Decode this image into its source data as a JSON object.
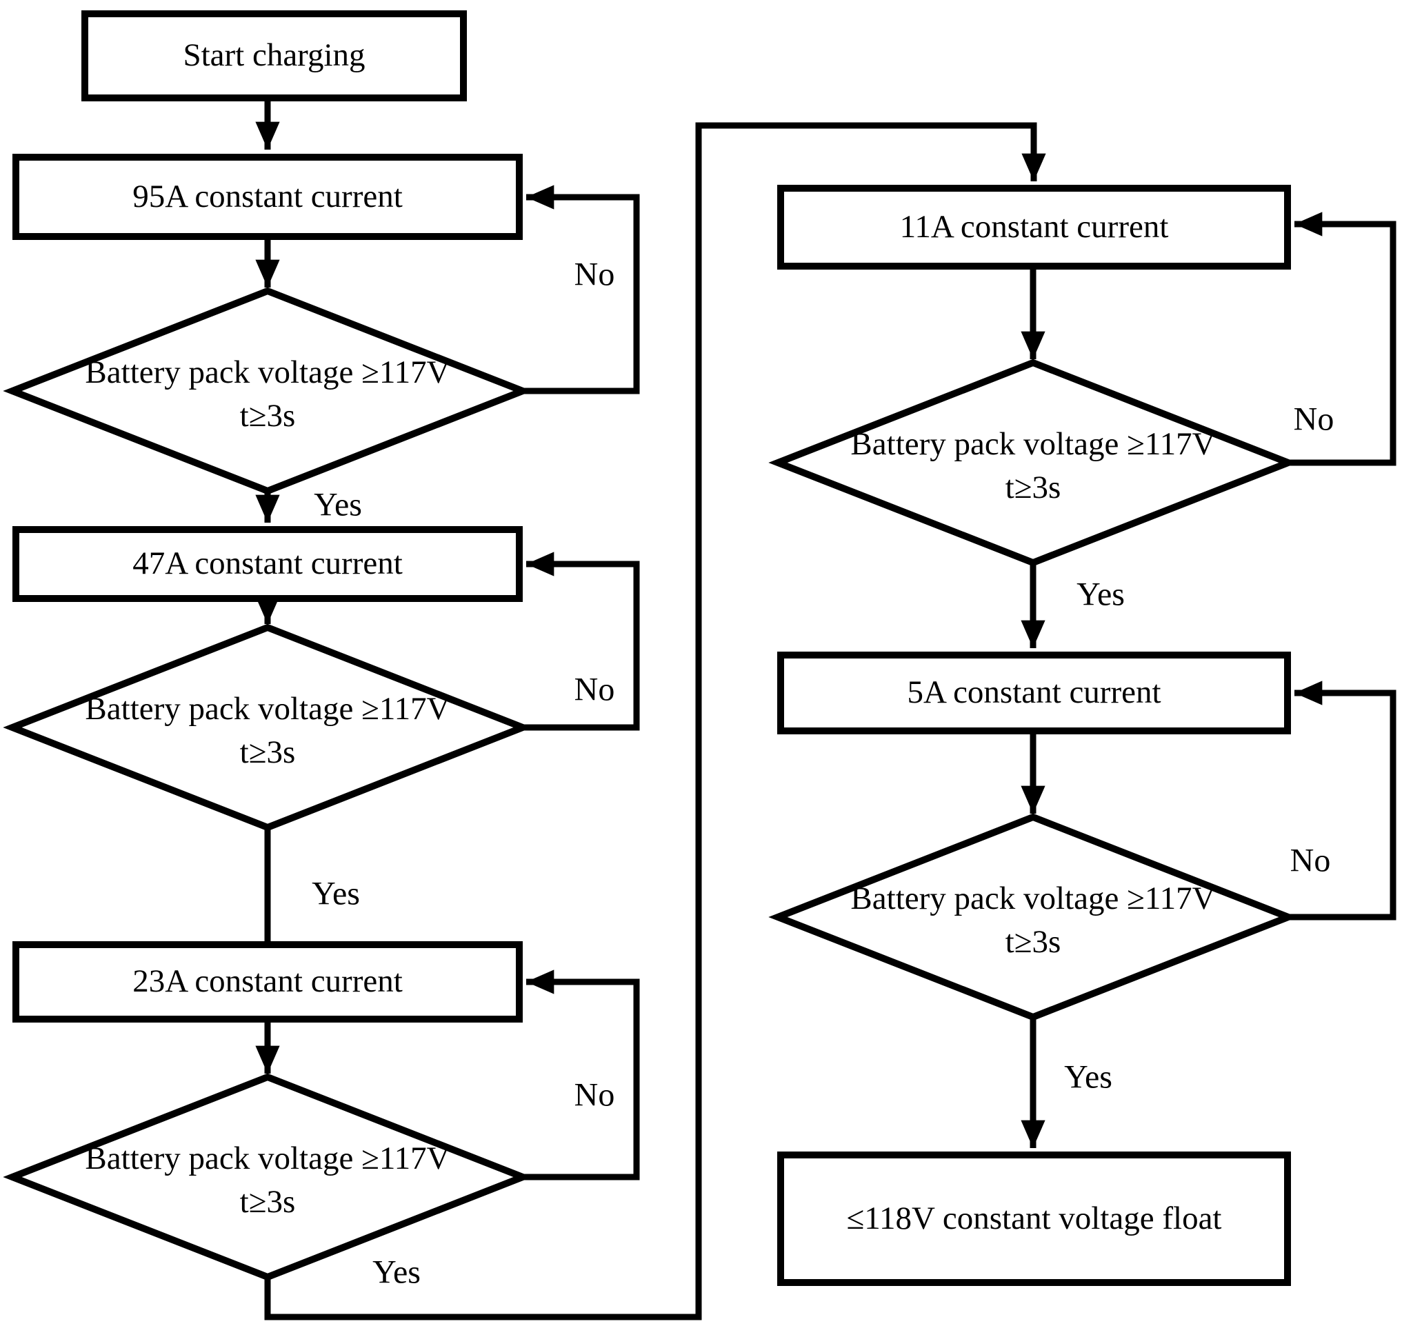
{
  "flowchart": {
    "nodes": {
      "start": {
        "label": "Start charging"
      },
      "cc95": {
        "label": "95A constant current"
      },
      "cc47": {
        "label": "47A constant current"
      },
      "cc23": {
        "label": "23A constant current"
      },
      "cc11": {
        "label": "11A constant current"
      },
      "cc5": {
        "label": "5A constant current"
      },
      "float": {
        "label": "≤118V constant voltage float"
      }
    },
    "decisions": {
      "d1": {
        "line1": "Battery pack voltage ≥117V",
        "line2": "t≥3s"
      },
      "d2": {
        "line1": "Battery pack voltage ≥117V",
        "line2": "t≥3s"
      },
      "d3": {
        "line1": "Battery pack voltage ≥117V",
        "line2": "t≥3s"
      },
      "d4": {
        "line1": "Battery pack voltage ≥117V",
        "line2": "t≥3s"
      },
      "d5": {
        "line1": "Battery pack voltage ≥117V",
        "line2": "t≥3s"
      }
    },
    "edge_labels": {
      "yes": "Yes",
      "no": "No"
    },
    "colors": {
      "stroke": "#000000",
      "fill": "#ffffff",
      "text": "#000000",
      "background": "#ffffff"
    }
  }
}
